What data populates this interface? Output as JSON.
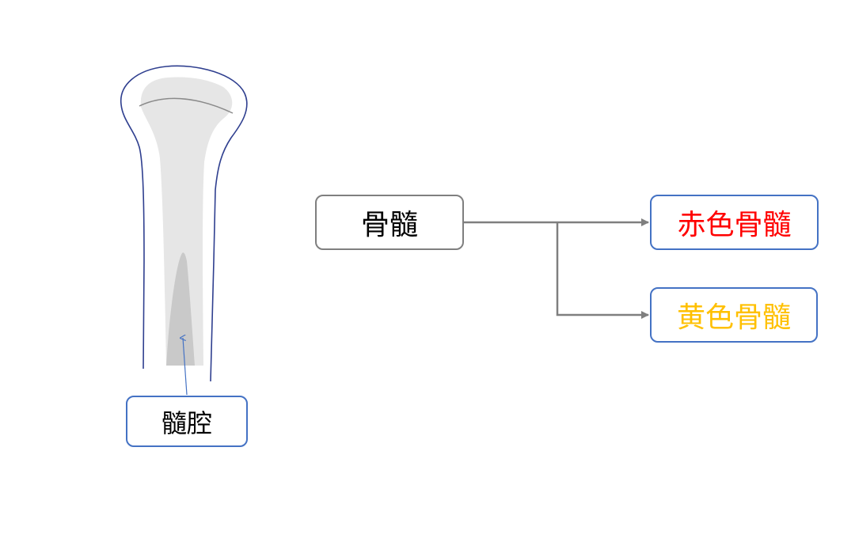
{
  "diagram": {
    "nodes": {
      "marrow": {
        "label": "骨髓",
        "color": "#000000",
        "border": "#7f7f7f"
      },
      "red_marrow": {
        "label": "赤色骨髓",
        "color": "#ff0000",
        "border": "#4472c4"
      },
      "yellow_marrow": {
        "label": "黄色骨髓",
        "color": "#ffc000",
        "border": "#4472c4"
      },
      "medullary_cavity": {
        "label": "髓腔",
        "color": "#000000",
        "border": "#4472c4"
      }
    },
    "edges": [
      {
        "from": "marrow",
        "to": "red_marrow"
      },
      {
        "from": "marrow",
        "to": "yellow_marrow"
      }
    ],
    "colors": {
      "connector": "#7f7f7f",
      "bone_outline": "#2f3f8f",
      "bone_fill": "#e6e6e6",
      "cavity_fill": "#c9c9c9",
      "pointer": "#4472c4"
    }
  }
}
